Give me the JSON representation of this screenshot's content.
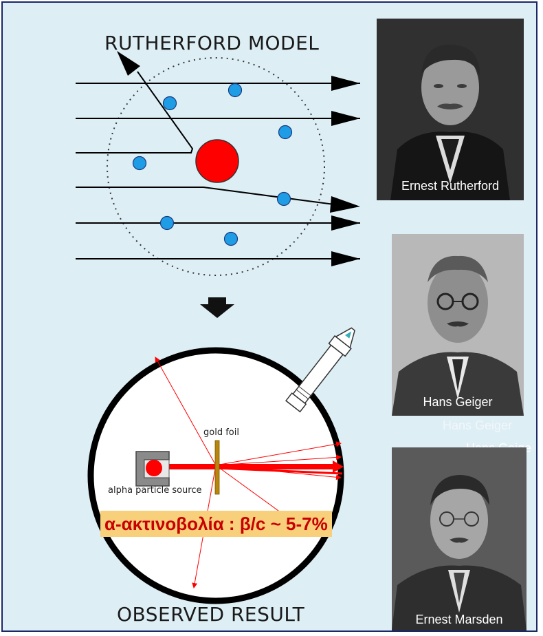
{
  "diagram": {
    "top_title": "RUTHERFORD MODEL",
    "bottom_title": "OBSERVED RESULT",
    "label_gold_foil": "gold foil",
    "label_alpha_source": "alpha particle source",
    "formula": "α-ακτινοβολία : β/c ~ 5-7%"
  },
  "portraits": [
    {
      "caption": "Ernest Rutherford"
    },
    {
      "caption": "Hans Geiger"
    },
    {
      "caption": "Ernest Marsden"
    }
  ],
  "stray_captions": [
    "Hans Geiger",
    "Hans Geige"
  ],
  "colors": {
    "panel_background": "#ddeef5",
    "panel_border": "#1b2766",
    "nucleus": "#ff0000",
    "electron": "#1e9de6",
    "formula_background": "#f8cf7a",
    "formula_text": "#c80000"
  }
}
